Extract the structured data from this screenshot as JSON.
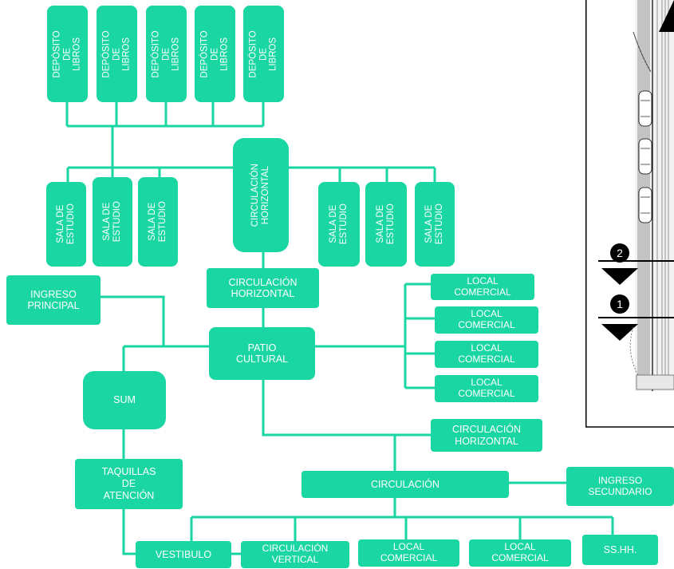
{
  "colors": {
    "node": "#1ad6a2",
    "connector": "#1ad6a2",
    "text": "#ffffff"
  },
  "deposits": [
    "DEPÓSITO\nDE LIBROS",
    "DEPÓSITO\nDE LIBROS",
    "DEPÓSITO\nDE LIBROS",
    "DEPÓSITO\nDE LIBROS",
    "DEPÓSITO\nDE LIBROS"
  ],
  "studyLeft": [
    "SALA DE\nESTUDIO",
    "SALA DE\nESTUDIO",
    "SALA DE\nESTUDIO"
  ],
  "studyRight": [
    "SALA DE\nESTUDIO",
    "SALA DE\nESTUDIO",
    "SALA DE\nESTUDIO"
  ],
  "circHVertical": "CIRCULACIÓN\nHORIZONTAL",
  "circHorizontal1": "CIRCULACIÓN\nHORIZONTAL",
  "ingresoPrincipal": "INGRESO\nPRINCIPAL",
  "patio": "PATIO\nCULTURAL",
  "sum": "SUM",
  "taquillas": "TAQUILLAS\nDE\nATENCIÓN",
  "locales": [
    "LOCAL\nCOMERCIAL",
    "LOCAL\nCOMERCIAL",
    "LOCAL\nCOMERCIAL",
    "LOCAL\nCOMERCIAL"
  ],
  "circHorizontal2": "CIRCULACIÓN\nHORIZONTAL",
  "circulacion": "CIRCULACIÓN",
  "ingresoSecundario": "INGRESO\nSECUNDARIO",
  "bottom": {
    "vestibulo": "VESTIBULO",
    "circVertical": "CIRCULACIÓN\nVERTICAL",
    "local1": "LOCAL\nCOMERCIAL",
    "local2": "LOCAL\nCOMERCIAL",
    "sshh": "SS.HH."
  },
  "planMarkers": [
    "2",
    "1"
  ]
}
